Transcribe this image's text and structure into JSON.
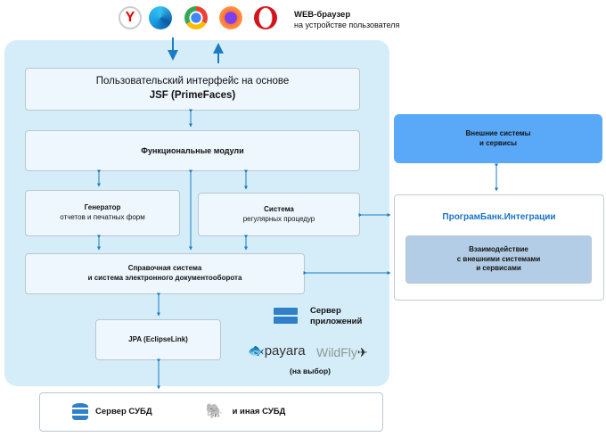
{
  "browser": {
    "title": "WEB-браузер",
    "subtitle": "на устройстве пользователя",
    "icons": [
      "yandex-browser-icon",
      "edge-icon",
      "chrome-icon",
      "firefox-icon",
      "opera-icon"
    ]
  },
  "ui": {
    "line1": "Пользовательский интерфейс на основе",
    "line2": "JSF (PrimeFaces)"
  },
  "modules": {
    "title": "Функциональные модули"
  },
  "generator": {
    "title": "Генератор",
    "subtitle": "отчетов и печатных форм"
  },
  "system": {
    "title": "Система",
    "subtitle": "регулярных процедур"
  },
  "reference": {
    "line1": "Справочная система",
    "line2": "и система электронного документооборота"
  },
  "jpa": {
    "title": "JPA (EclipseLink)"
  },
  "appserver": {
    "line1": "Сервер",
    "line2": "приложений",
    "choice": "(на выбор)",
    "logos": [
      "payara",
      "WildFly"
    ]
  },
  "db": {
    "server": "Сервер СУБД",
    "other": "и иная СУБД",
    "logo": "PostgreSQL"
  },
  "external": {
    "line1": "Внешние системы",
    "line2": "и сервисы"
  },
  "integration": {
    "title": "ПрограмБанк.Интеграции",
    "inner1": "Взаимодействие",
    "inner2": "с внешними системами",
    "inner3": "и сервисами"
  },
  "colors": {
    "panel": "#d5edf9",
    "arrow": "#1a7cc4",
    "external": "#5aa9f9",
    "inner": "#b3cde6",
    "accent": "#1a73c4"
  }
}
